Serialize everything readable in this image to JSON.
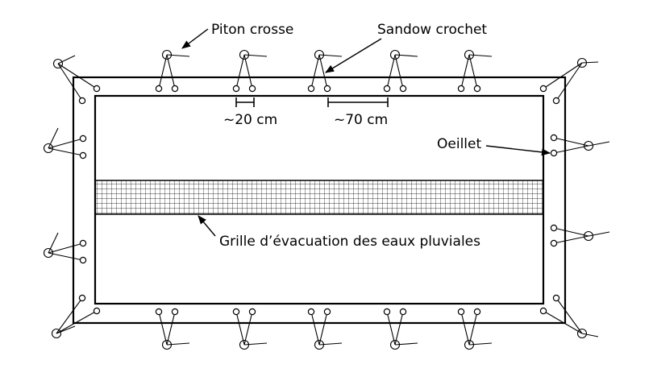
{
  "labels": {
    "piton": "Piton crosse",
    "sandow": "Sandow crochet",
    "oeillet": "Oeillet",
    "spacing_small": "~20 cm",
    "spacing_large": "~70 cm",
    "grille": "Grille d’évacuation des eaux pluviales"
  },
  "colors": {
    "line": "#000000",
    "background": "#ffffff"
  }
}
